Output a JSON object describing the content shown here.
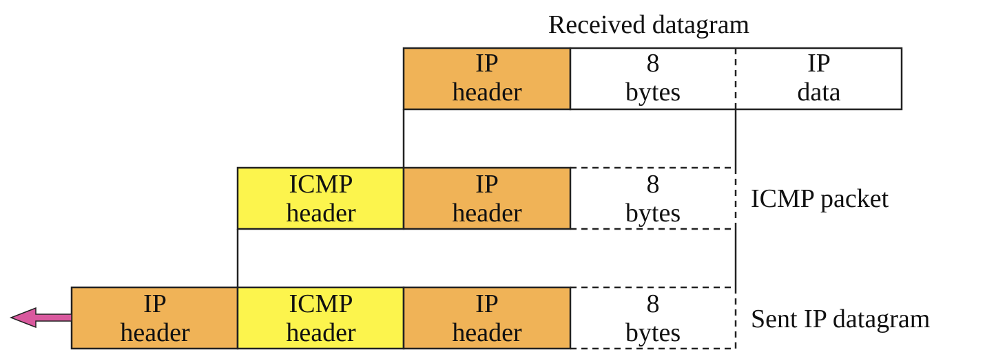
{
  "colors": {
    "ip_header": "#F0B357",
    "icmp_header": "#FCF44D",
    "plain": "#FFFFFF",
    "line": "#222222",
    "arrow": "#D9599E"
  },
  "labels": {
    "received": "Received datagram",
    "icmp_packet": "ICMP packet",
    "sent": "Sent IP datagram"
  },
  "received": {
    "ip_header": {
      "line1": "IP",
      "line2": "header"
    },
    "eight_bytes": {
      "line1": "8",
      "line2": "bytes"
    },
    "ip_data": {
      "line1": "IP",
      "line2": "data"
    }
  },
  "icmp": {
    "icmp_header": {
      "line1": "ICMP",
      "line2": "header"
    },
    "ip_header": {
      "line1": "IP",
      "line2": "header"
    },
    "eight_bytes": {
      "line1": "8",
      "line2": "bytes"
    }
  },
  "sent": {
    "ip_header": {
      "line1": "IP",
      "line2": "header"
    },
    "icmp_header": {
      "line1": "ICMP",
      "line2": "header"
    },
    "inner_ip_header": {
      "line1": "IP",
      "line2": "header"
    },
    "eight_bytes": {
      "line1": "8",
      "line2": "bytes"
    }
  }
}
